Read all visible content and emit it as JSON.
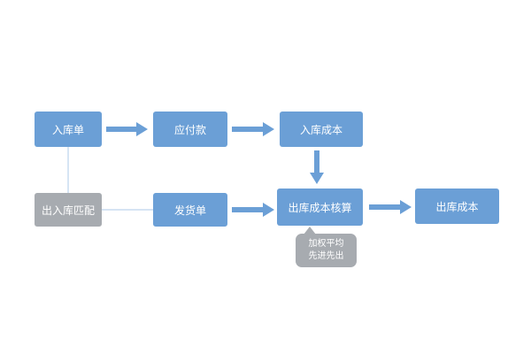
{
  "nodes": {
    "inbound_doc": "入库单",
    "accounts_payable": "应付款",
    "inbound_cost": "入库成本",
    "io_match": "出入库匹配",
    "delivery_doc": "发货单",
    "outbound_cost_accounting": "出库成本核算",
    "outbound_cost": "出库成本"
  },
  "callout": {
    "line1": "加权平均",
    "line2": "先进先出"
  },
  "colors": {
    "node_blue": "#6b9fd6",
    "node_gray": "#a7abb0",
    "arrow_blue": "#6b9fd6",
    "link_light": "#c9dcf0"
  }
}
